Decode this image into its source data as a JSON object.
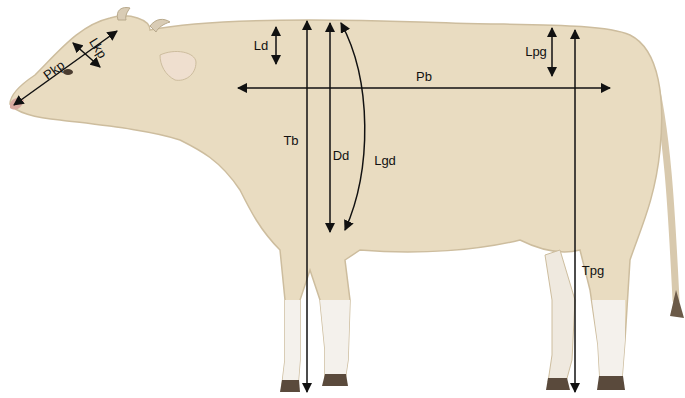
{
  "diagram": {
    "labels": [
      "Pkp",
      "Lkp",
      "Ld",
      "Tb",
      "Dd",
      "Lgd",
      "Pb",
      "Lpg",
      "Tpg"
    ]
  }
}
